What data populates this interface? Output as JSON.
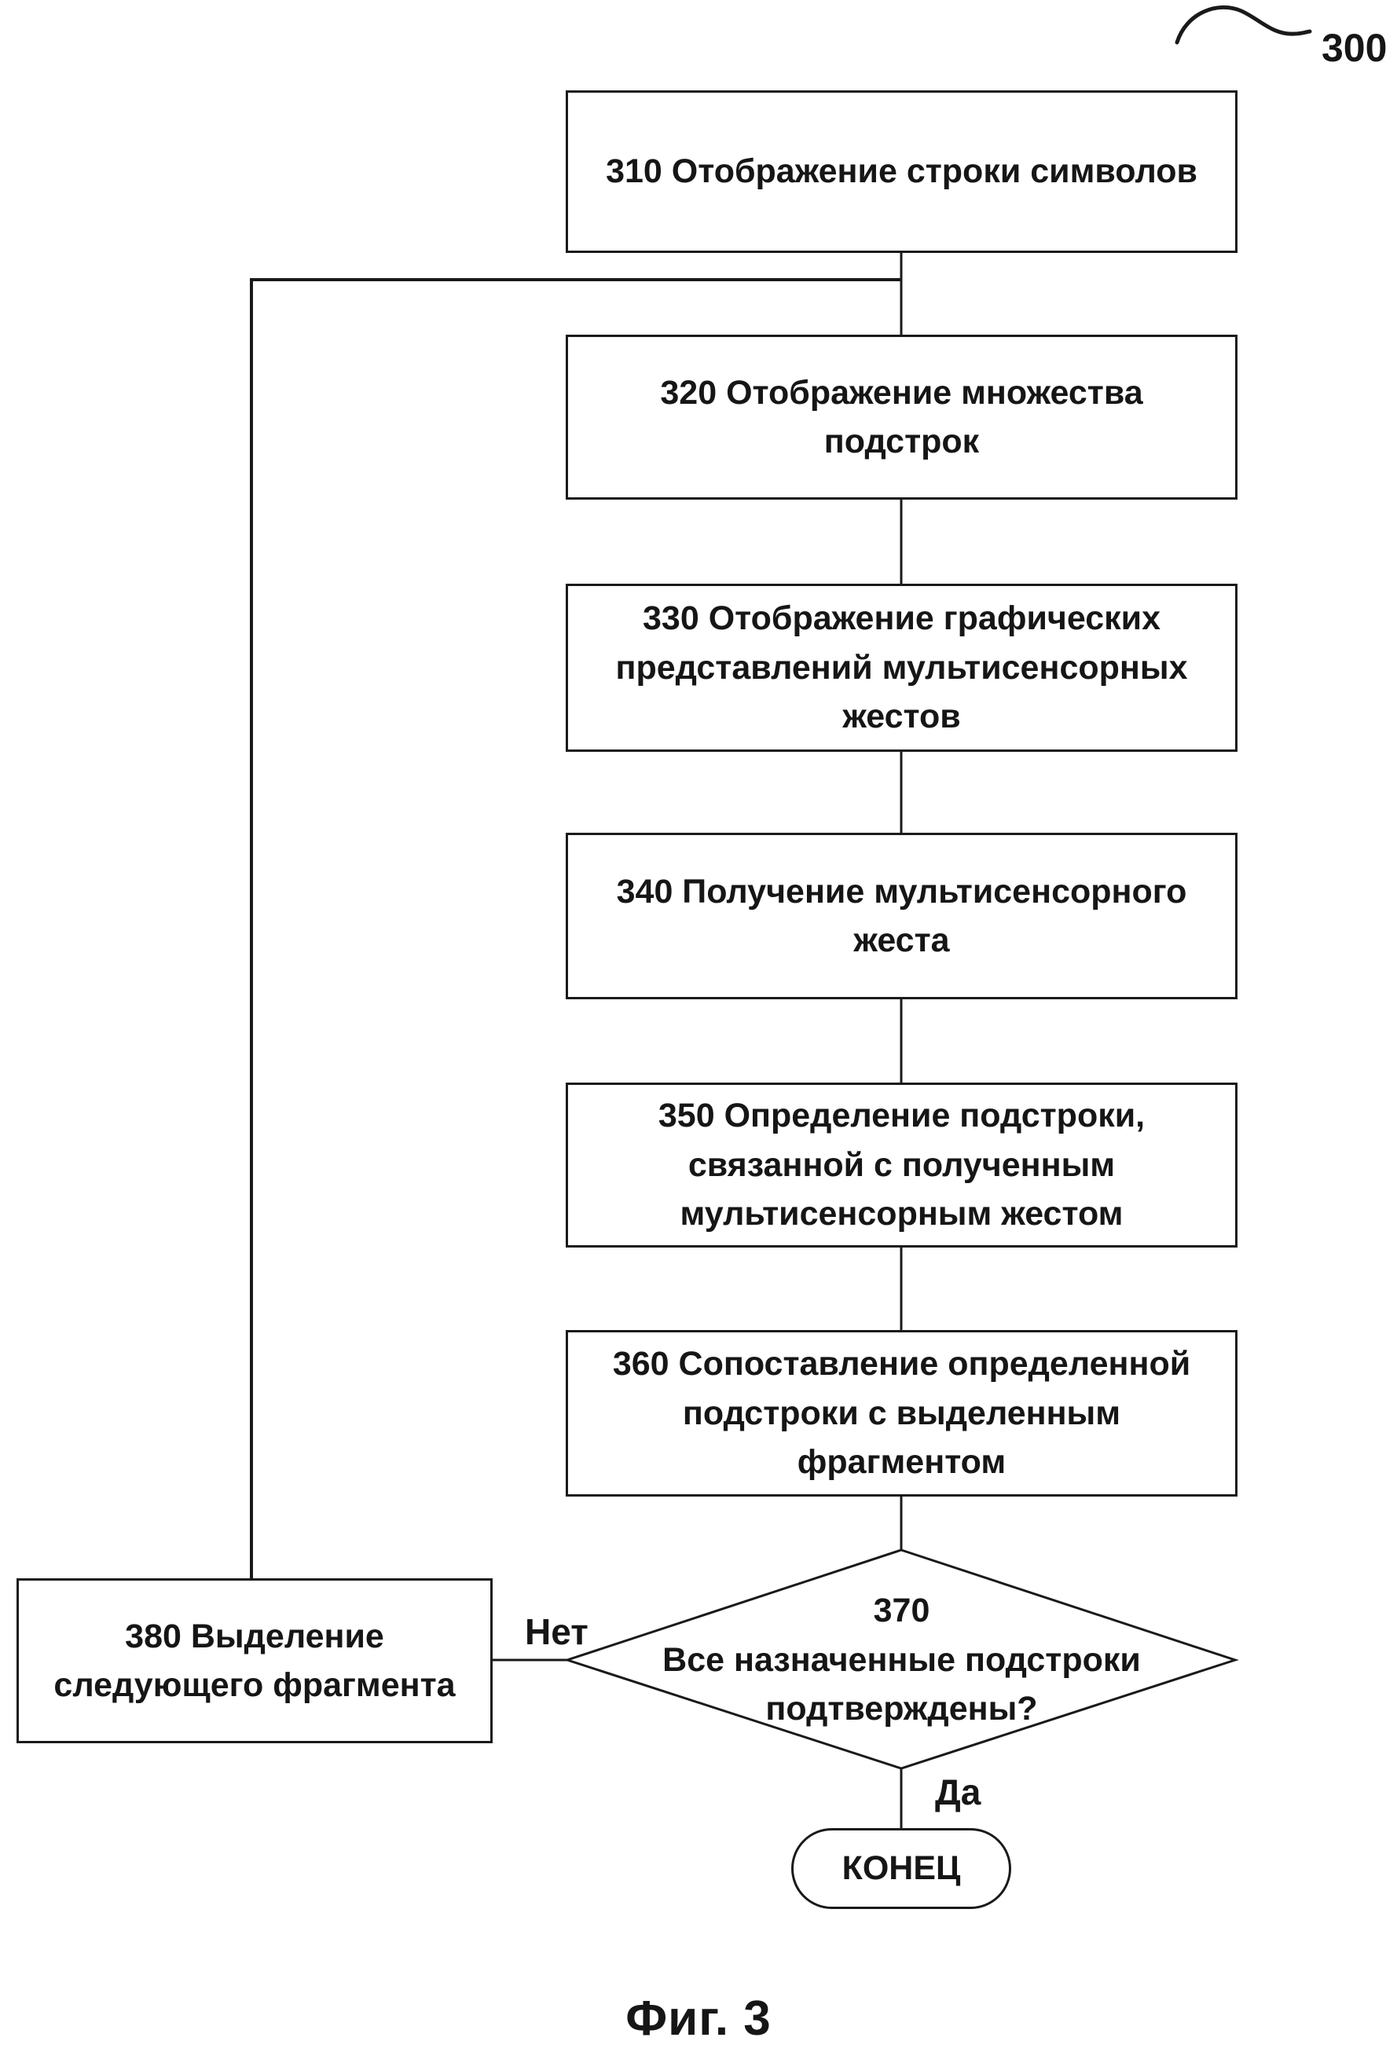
{
  "figure": {
    "reference_number": "300",
    "caption": "Фиг. 3"
  },
  "flowchart": {
    "nodes": {
      "n310": {
        "id": "310",
        "type": "process",
        "label": "310 Отображение строки символов"
      },
      "n320": {
        "id": "320",
        "type": "process",
        "label": [
          "320 Отображение множества",
          "подстрок"
        ]
      },
      "n330": {
        "id": "330",
        "type": "process",
        "label": [
          "330 Отображение графических",
          "представлений мультисенсорных",
          "жестов"
        ]
      },
      "n340": {
        "id": "340",
        "type": "process",
        "label": [
          "340 Получение мультисенсорного",
          "жеста"
        ]
      },
      "n350": {
        "id": "350",
        "type": "process",
        "label": [
          "350 Определение подстроки,",
          "связанной с полученным",
          "мультисенсорным жестом"
        ]
      },
      "n360": {
        "id": "360",
        "type": "process",
        "label": [
          "360 Сопоставление определенной",
          "подстроки с выделенным",
          "фрагментом"
        ]
      },
      "n370": {
        "id": "370",
        "type": "decision",
        "number": "370",
        "question": [
          "Все назначенные подстроки",
          "подтверждены?"
        ]
      },
      "n380": {
        "id": "380",
        "type": "process",
        "label": [
          "380 Выделение",
          "следующего фрагмента"
        ]
      },
      "end": {
        "id": "end",
        "type": "terminator",
        "label": "КОНЕЦ"
      }
    },
    "edge_labels": {
      "no": "Нет",
      "yes": "Да"
    },
    "line_color": "#1a1a1a"
  }
}
